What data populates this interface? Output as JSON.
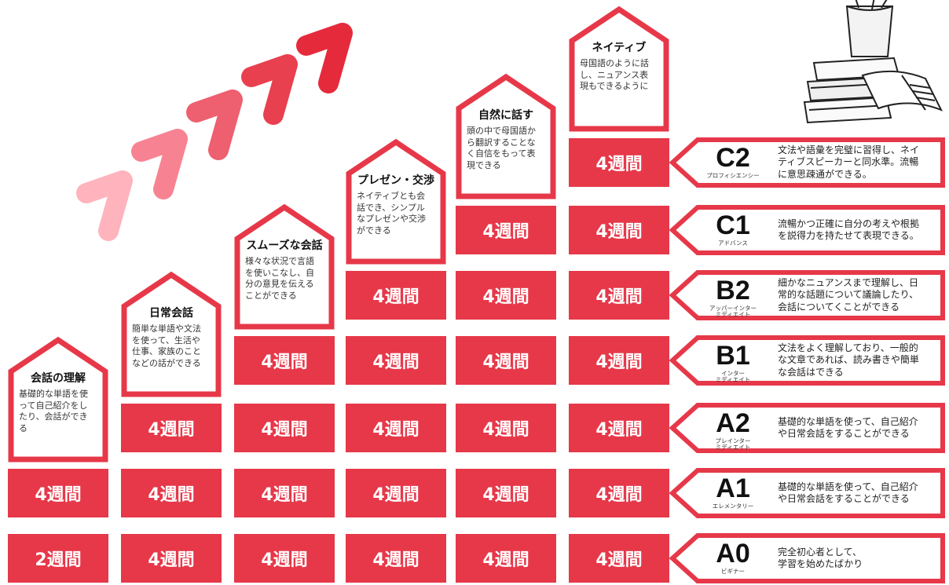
{
  "colors": {
    "accent": "#e63849",
    "chevrons": [
      "#ffb3bd",
      "#f78392",
      "#ee5f6f",
      "#e8404f",
      "#e52a3c"
    ]
  },
  "illustration": "stack-of-books-with-pencil-cup",
  "columns": [
    {
      "title": "会話の理解",
      "desc": "基礎的な単語を使\nって自己紹介をし\nたり、会話ができ\nる",
      "cells": [
        "2週間",
        "4週間"
      ]
    },
    {
      "title": "日常会話",
      "desc": "簡単な単語や文法\nを使って、生活や\n仕事、家族のこと\nなどの話ができる",
      "cells": [
        "4週間",
        "4週間",
        "4週間"
      ]
    },
    {
      "title": "スムーズな会話",
      "desc": "様々な状況で言語\nを使いこなし、自\n分の意見を伝える\nことができる",
      "cells": [
        "4週間",
        "4週間",
        "4週間",
        "4週間"
      ]
    },
    {
      "title": "プレゼン・交渉",
      "desc": "ネイティブとも会\n話でき、シンプル\nなプレゼンや交渉\nができる",
      "cells": [
        "4週間",
        "4週間",
        "4週間",
        "4週間",
        "4週間"
      ]
    },
    {
      "title": "自然に話す",
      "desc": "頭の中で母国語か\nら翻訳することな\nく自信をもって表\n現できる",
      "cells": [
        "4週間",
        "4週間",
        "4週間",
        "4週間",
        "4週間",
        "4週間"
      ]
    },
    {
      "title": "ネイティブ",
      "desc": "母国語のように話\nし、ニュアンス表\n現もできるように",
      "cells": [
        "4週間",
        "4週間",
        "4週間",
        "4週間",
        "4週間",
        "4週間",
        "4週間"
      ]
    }
  ],
  "levels": [
    {
      "code": "C2",
      "sub": "プロフィシエンシー",
      "desc": "文法や語彙を完璧に習得し、ネイ\nティブスピーカーと同水準。流暢\nに意思疎通ができる。"
    },
    {
      "code": "C1",
      "sub": "アドバンス",
      "desc": "流暢かつ正確に自分の考えや根拠\nを説得力を持たせて表現できる。"
    },
    {
      "code": "B2",
      "sub": "アッパーインター\nミディエイト",
      "desc": "細かなニュアンスまで理解し、日\n常的な話題について議論したり、\n会話についてくことができる"
    },
    {
      "code": "B1",
      "sub": "インター\nミディエイト",
      "desc": "文法をよく理解しており、一般的\nな文章であれば、読み書きや簡単\nな会話はできる"
    },
    {
      "code": "A2",
      "sub": "プレインター\nミディエイト",
      "desc": "基礎的な単語を使って、自己紹介\nや日常会話をすることができる"
    },
    {
      "code": "A1",
      "sub": "エレメンタリー",
      "desc": "基礎的な単語を使って、自己紹介\nや日常会話をすることができる"
    },
    {
      "code": "A0",
      "sub": "ビギナー",
      "desc": "完全初心者として、\n学習を始めたばかり"
    }
  ]
}
